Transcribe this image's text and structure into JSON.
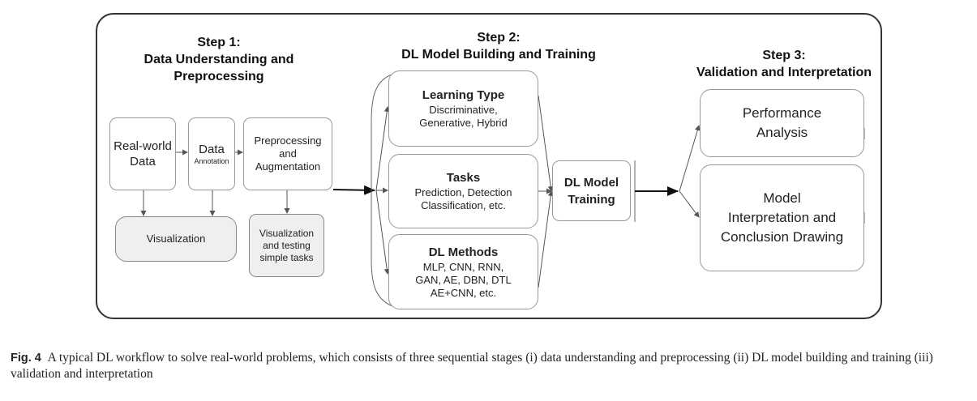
{
  "step1": {
    "title": [
      "Step 1:",
      "Data Understanding and",
      "Preprocessing"
    ],
    "real_world_data": [
      "Real-world",
      "Data"
    ],
    "data_annotation": [
      "Data",
      "Annotation"
    ],
    "preprocessing": [
      "Preprocessing",
      "and",
      "Augmentation"
    ],
    "visualization": "Visualization",
    "visualization_testing": [
      "Visualization",
      "and testing",
      "simple tasks"
    ]
  },
  "step2": {
    "title": [
      "Step 2:",
      "DL Model Building and Training"
    ],
    "learning_type": {
      "heading": "Learning Type",
      "lines": [
        "Discriminative,",
        "Generative, Hybrid"
      ]
    },
    "tasks": {
      "heading": "Tasks",
      "lines": [
        "Prediction, Detection",
        "Classification, etc."
      ]
    },
    "dl_methods": {
      "heading": "DL Methods",
      "lines": [
        "MLP, CNN, RNN,",
        "GAN, AE, DBN, DTL",
        "AE+CNN, etc."
      ]
    },
    "dl_model_training": [
      "DL Model",
      "Training"
    ]
  },
  "step3": {
    "title": [
      "Step 3:",
      "Validation and Interpretation"
    ],
    "performance_analysis": [
      "Performance",
      "Analysis"
    ],
    "model_interpretation": [
      "Model",
      "Interpretation and",
      "Conclusion Drawing"
    ]
  },
  "caption": {
    "label": "Fig. 4",
    "text": "A typical DL workflow to solve real-world problems, which consists of three sequential stages (i) data understanding and preprocessing (ii) DL model building and training (iii) validation and interpretation"
  }
}
